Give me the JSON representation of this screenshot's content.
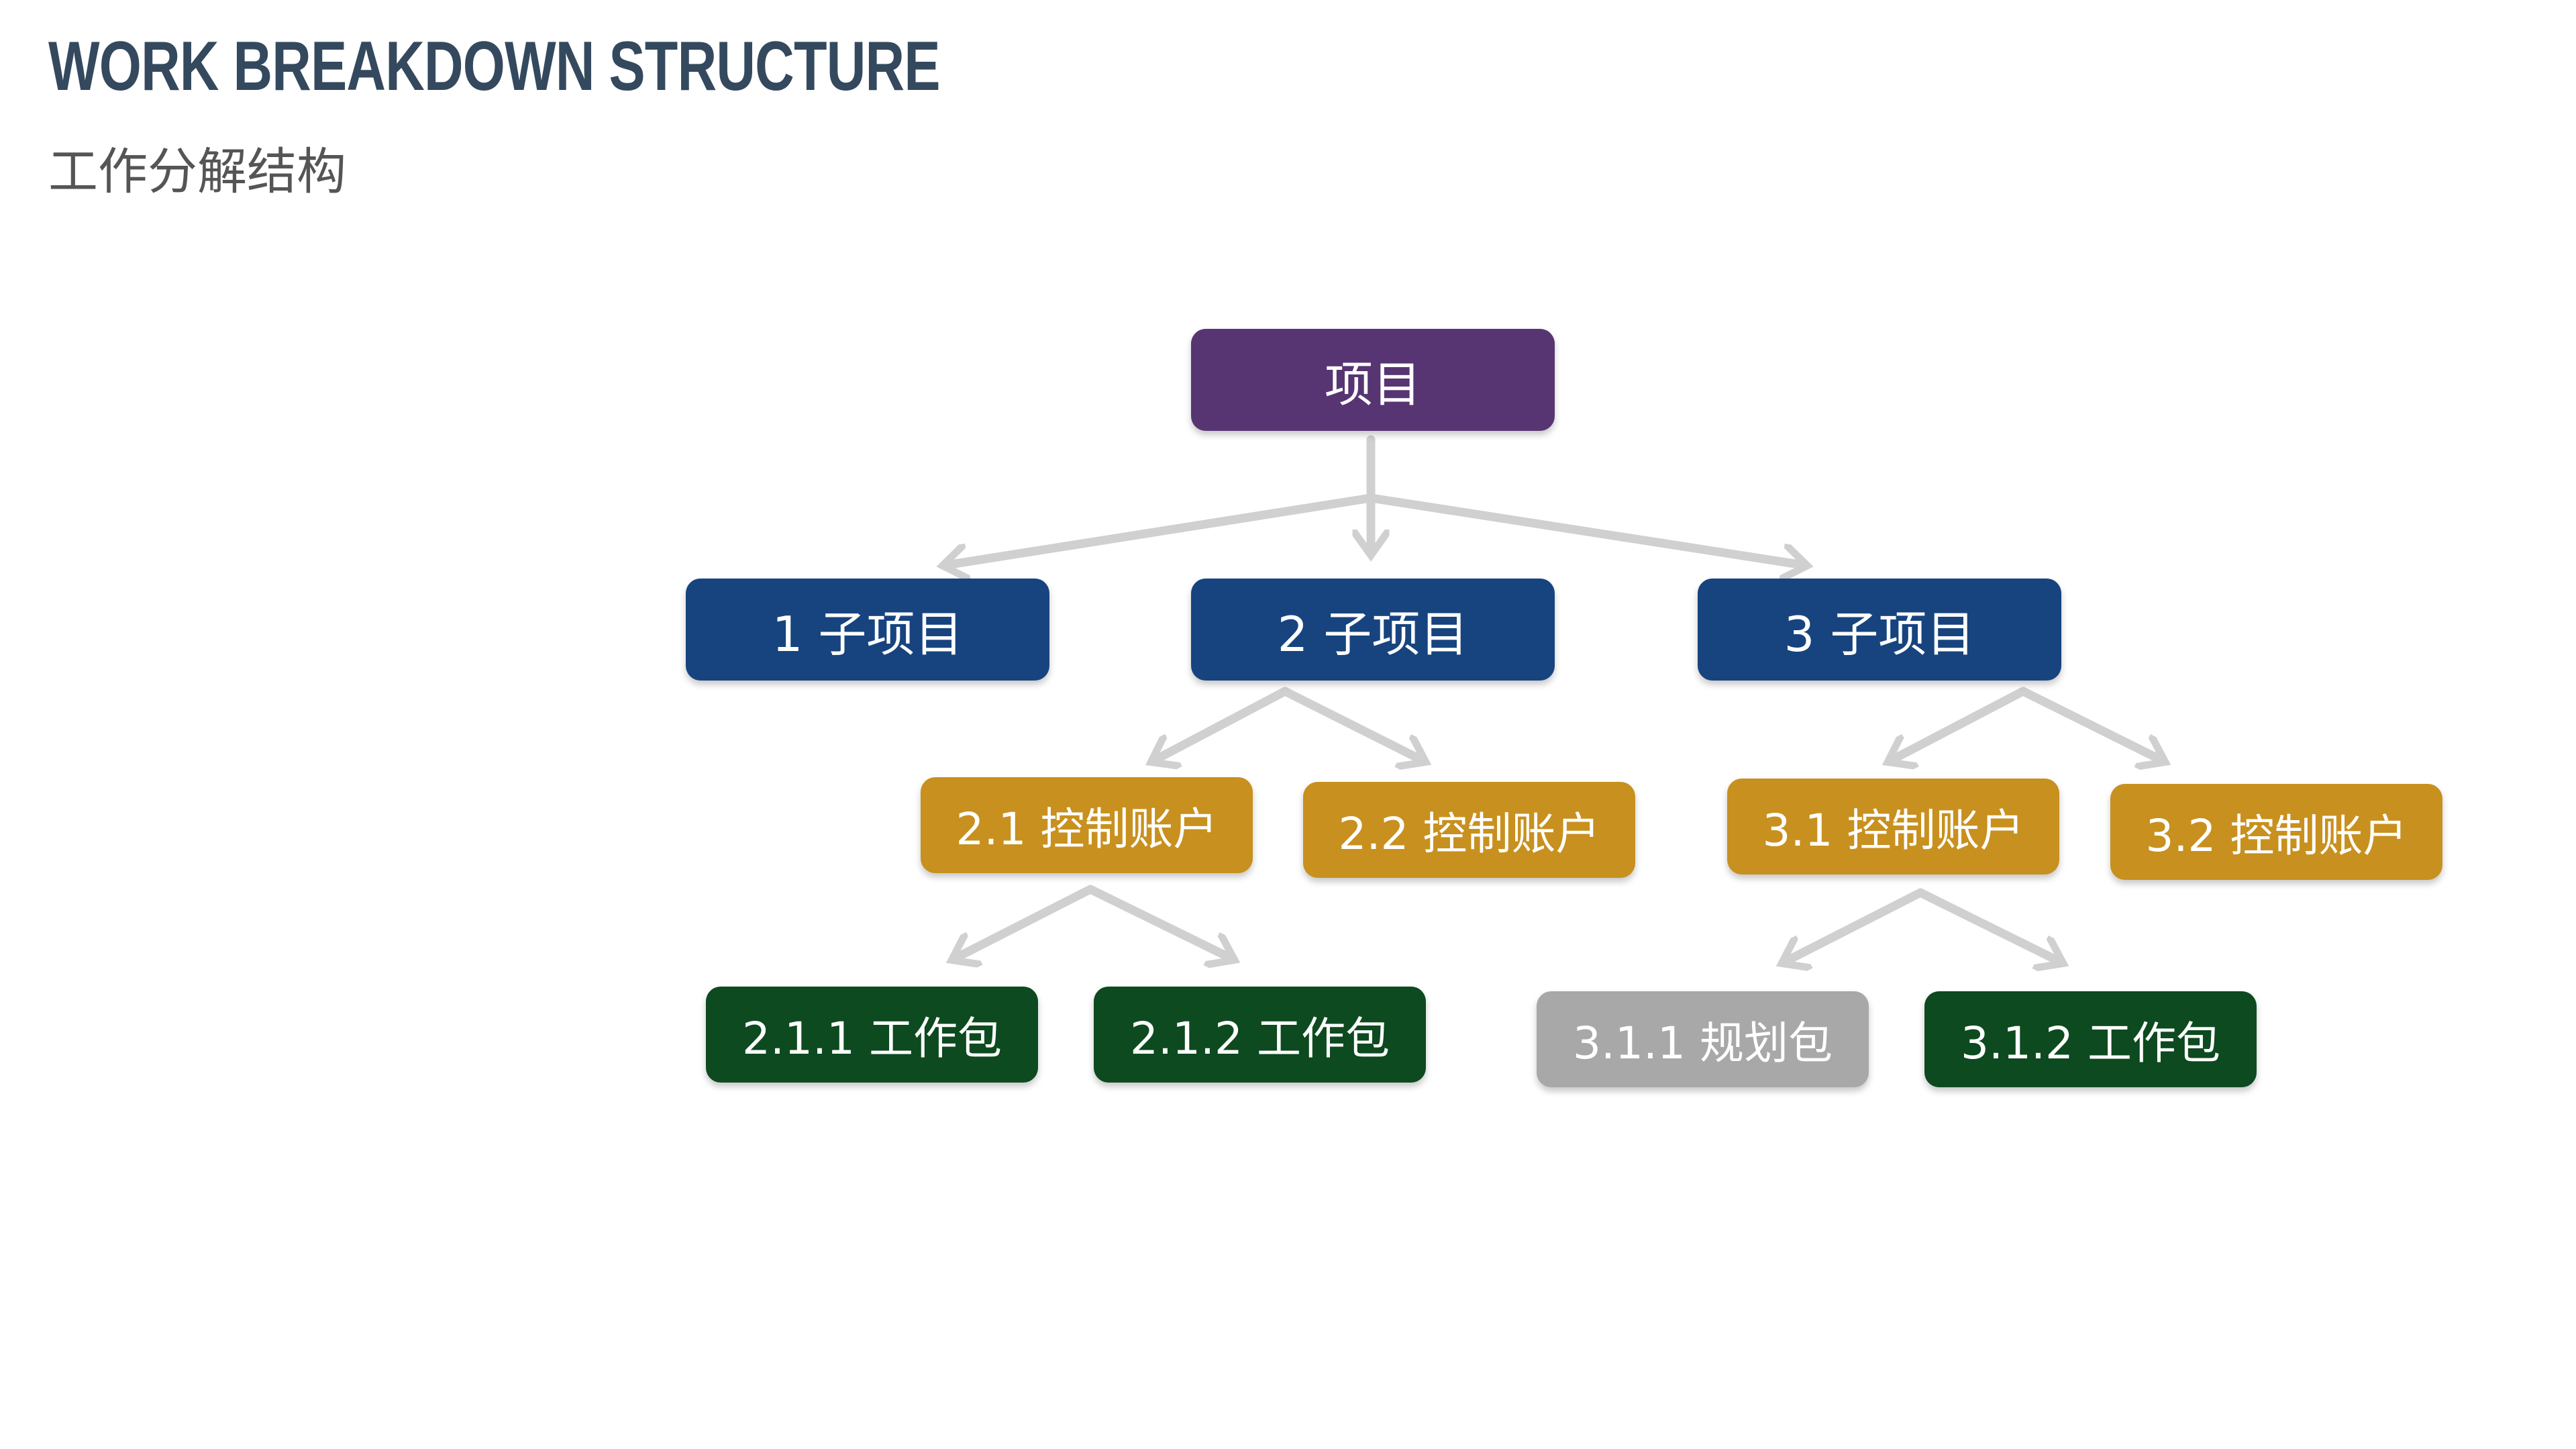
{
  "header": {
    "title": "WORK BREAKDOWN STRUCTURE",
    "subtitle": "工作分解结构"
  },
  "colors": {
    "project": "#573572",
    "subproject": "#17447f",
    "control_account": "#c8901e",
    "work_package": "#0d4a1f",
    "planning_package": "#a8a8a8",
    "connector": "#d0d0d0"
  },
  "wbs": {
    "root": "项目",
    "sub1": "1 子项目",
    "sub2": "2 子项目",
    "sub3": "3 子项目",
    "ctrl21": "2.1 控制账户",
    "ctrl22": "2.2 控制账户",
    "ctrl31": "3.1 控制账户",
    "ctrl32": "3.2 控制账户",
    "wp211": "2.1.1 工作包",
    "wp212": "2.1.2 工作包",
    "pp311": "3.1.1 规划包",
    "wp312": "3.1.2 工作包"
  }
}
